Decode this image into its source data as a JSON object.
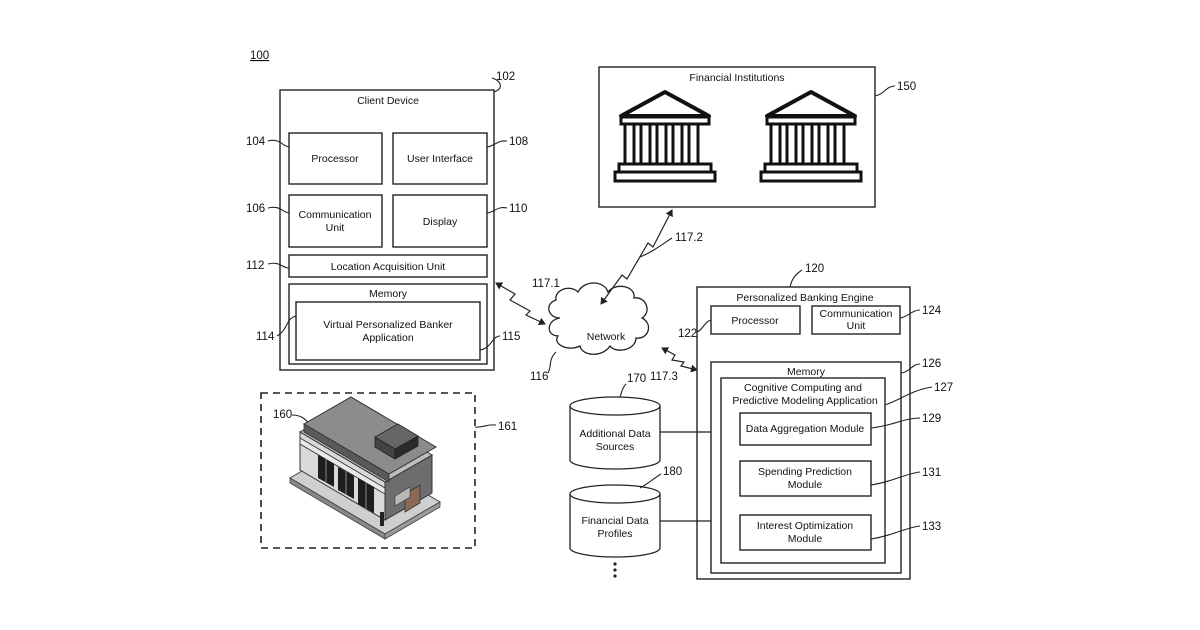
{
  "figure_number": "100",
  "client_device": {
    "ref": "102",
    "title": "Client Device",
    "processor": {
      "ref": "104",
      "label": "Processor"
    },
    "user_interface": {
      "ref": "108",
      "label": "User Interface"
    },
    "communication_unit": {
      "ref": "106",
      "label_line1": "Communication",
      "label_line2": "Unit"
    },
    "display": {
      "ref": "110",
      "label": "Display"
    },
    "location_acquisition": {
      "ref": "112",
      "label": "Location Acquisition Unit"
    },
    "memory": {
      "label": "Memory"
    },
    "vpb_app": {
      "ref": "114",
      "label_line1": "Virtual Personalized Banker",
      "label_line2": "Application"
    },
    "memory_ref": "115"
  },
  "store": {
    "ref": "160",
    "box_ref": "161"
  },
  "financial_institutions": {
    "ref": "150",
    "title": "Financial Institutions"
  },
  "network": {
    "ref": "116",
    "label": "Network"
  },
  "links": {
    "client": "117.1",
    "institutions": "117.2",
    "engine": "117.3"
  },
  "engine": {
    "ref": "120",
    "title": "Personalized Banking Engine",
    "processor": {
      "ref": "122",
      "label": "Processor"
    },
    "communication_unit": {
      "ref": "124",
      "label_line1": "Communication",
      "label_line2": "Unit"
    },
    "memory": {
      "ref": "126",
      "label": "Memory"
    },
    "app": {
      "ref": "127",
      "label_line1": "Cognitive Computing and",
      "label_line2": "Predictive Modeling Application"
    },
    "data_aggregation": {
      "ref": "129",
      "label": "Data Aggregation Module"
    },
    "spending_prediction": {
      "ref": "131",
      "label_line1": "Spending Prediction",
      "label_line2": "Module"
    },
    "interest_optimization": {
      "ref": "133",
      "label_line1": "Interest Optimization",
      "label_line2": "Module"
    }
  },
  "additional_sources": {
    "ref": "170",
    "label_line1": "Additional Data",
    "label_line2": "Sources"
  },
  "financial_profiles": {
    "ref": "180",
    "label_line1": "Financial Data",
    "label_line2": "Profiles"
  }
}
